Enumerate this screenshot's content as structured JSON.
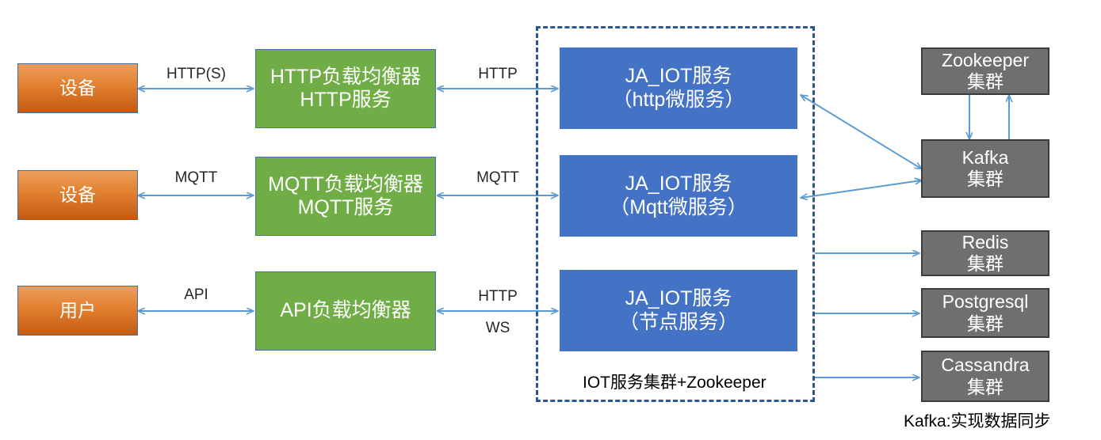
{
  "diagram": {
    "title": "IOT architecture diagram",
    "colors": {
      "orange_fill_light": "#ec9e5d",
      "orange_fill_dark": "#c55a11",
      "green_fill": "#70ad47",
      "blue_fill": "#4472c4",
      "gray_fill": "#6f6f6e",
      "gray_border": "#3b3b3b",
      "box_border_blue": "#41719c",
      "dashed_border": "#2f5597",
      "arrow": "#5b9bd5",
      "text_dark": "#262626"
    },
    "clients": [
      {
        "id": "device-http",
        "label": "设备"
      },
      {
        "id": "device-mqtt",
        "label": "设备"
      },
      {
        "id": "user-api",
        "label": "用户"
      }
    ],
    "balancers": [
      {
        "id": "http-lb",
        "line1": "HTTP负载均衡器",
        "line2": "HTTP服务"
      },
      {
        "id": "mqtt-lb",
        "line1": "MQTT负载均衡器",
        "line2": "MQTT服务"
      },
      {
        "id": "api-lb",
        "line1": "API负载均衡器",
        "line2": ""
      }
    ],
    "services": [
      {
        "id": "ja-iot-http",
        "line1": "JA_IOT服务",
        "line2": "（http微服务）"
      },
      {
        "id": "ja-iot-mqtt",
        "line1": "JA_IOT服务",
        "line2": "（Mqtt微服务）"
      },
      {
        "id": "ja-iot-node",
        "line1": "JA_IOT服务",
        "line2": "（节点服务）"
      }
    ],
    "cluster_box_caption": "IOT服务集群+Zookeeper",
    "clusters": [
      {
        "id": "zookeeper",
        "line1": "Zookeeper",
        "line2": "集群"
      },
      {
        "id": "kafka",
        "line1": "Kafka",
        "line2": "集群"
      },
      {
        "id": "redis",
        "line1": "Redis",
        "line2": "集群"
      },
      {
        "id": "postgresql",
        "line1": "Postgresql",
        "line2": "集群"
      },
      {
        "id": "cassandra",
        "line1": "Cassandra",
        "line2": "集群"
      }
    ],
    "edge_labels": {
      "client_http": "HTTP(S)",
      "client_mqtt": "MQTT",
      "client_api": "API",
      "service_http": "HTTP",
      "service_mqtt": "MQTT",
      "service_api_http": "HTTP",
      "service_api_ws": "WS"
    },
    "footer_note": "Kafka:实现数据同步"
  }
}
